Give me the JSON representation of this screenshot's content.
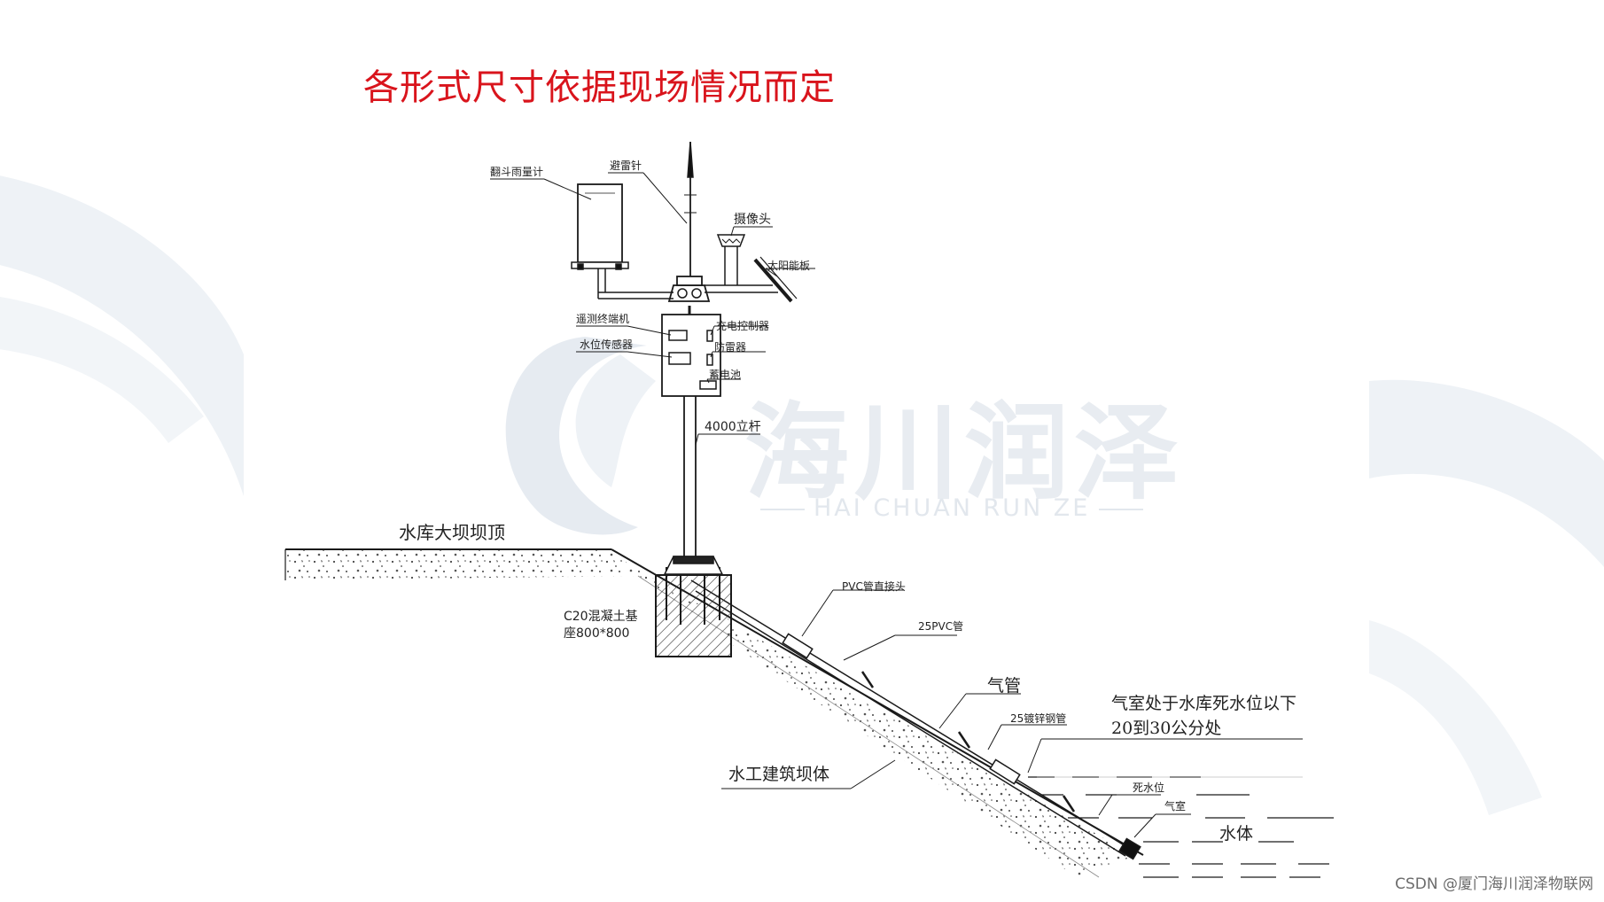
{
  "title": "各形式尺寸依据现场情况而定",
  "watermark": {
    "brand_cn": "海川润泽",
    "brand_en": "HAI CHUAN RUN ZE"
  },
  "labels": {
    "rain_gauge": "翻斗雨量计",
    "lightning_rod": "避雷针",
    "camera": "摄像头",
    "solar_panel": "太阳能板",
    "telemetry_unit": "遥测终端机",
    "charge_controller": "充电控制器",
    "water_level_sensor": "水位传感器",
    "surge_protector": "防雷器",
    "battery": "蓄电池",
    "pole": "4000立杆",
    "dam_crest": "水库大坝坝顶",
    "foundation_1": "C20混凝土基",
    "foundation_2": "座800*800",
    "pvc_joint": "PVC管直接头",
    "pvc_pipe": "25PVC管",
    "air_pipe": "气管",
    "steel_pipe": "25镀锌钢管",
    "air_chamber_note_1": "气室处于水库死水位以下",
    "air_chamber_note_2": "20到30公分处",
    "dead_water_level": "死水位",
    "air_chamber": "气室",
    "water_body": "水体",
    "dam_body": "水工建筑坝体"
  },
  "credit": "CSDN @厦门海川润泽物联网",
  "colors": {
    "title": "#d9141c",
    "line": "#1a1a1a",
    "watermark": "#e4e9ef"
  }
}
